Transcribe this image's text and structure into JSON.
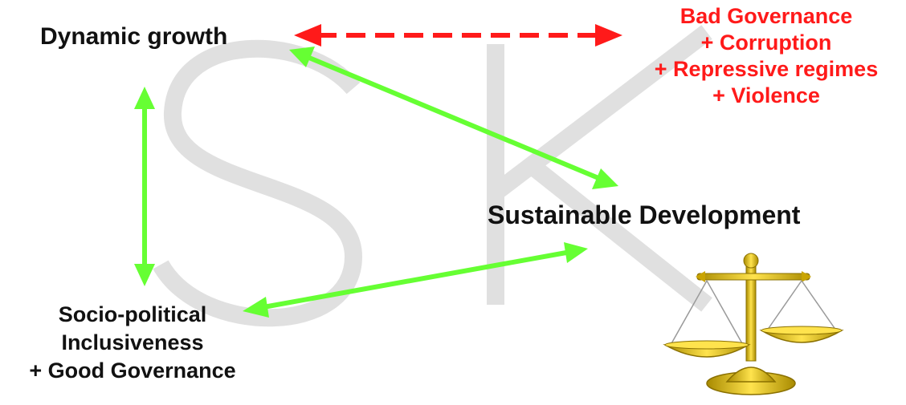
{
  "nodes": {
    "dynamic_growth": "Dynamic growth",
    "bad_governance": [
      "Bad Governance",
      "+ Corruption",
      "+ Repressive regimes",
      "+ Violence"
    ],
    "sustainable_development": "Sustainable Development",
    "socio_political": [
      "Socio-political",
      "Inclusiveness",
      "+ Good Governance"
    ]
  },
  "watermark": "SK",
  "colors": {
    "positive_arrow": "#66ff33",
    "negative_arrow": "#ff1a1a",
    "negative_text": "#ff1a1a",
    "scale_gold": "#e8c21a",
    "watermark": "#d9d9d9"
  },
  "icons": [
    "balance-scale-icon"
  ]
}
